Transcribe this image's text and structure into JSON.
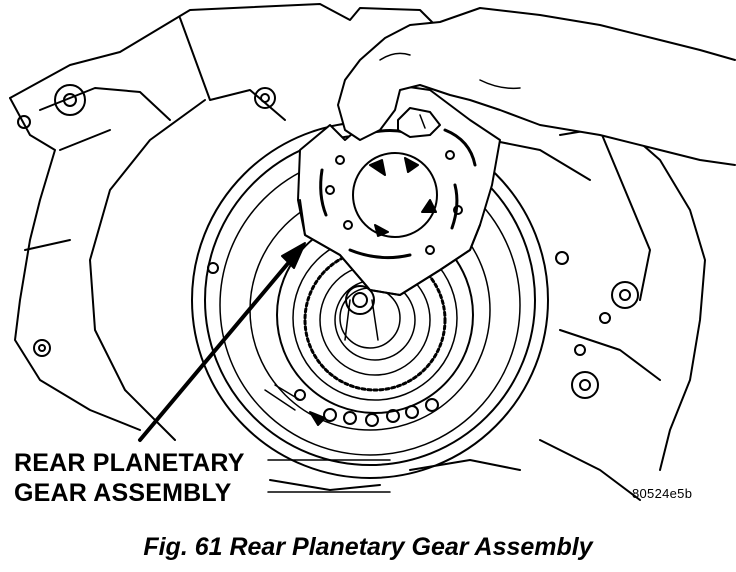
{
  "callout": {
    "line1": "REAR PLANETARY",
    "line2": "GEAR ASSEMBLY"
  },
  "ref_code": "80524e5b",
  "caption": "Fig. 61 Rear Planetary Gear Assembly",
  "colors": {
    "ink": "#000000",
    "paper": "#ffffff"
  }
}
